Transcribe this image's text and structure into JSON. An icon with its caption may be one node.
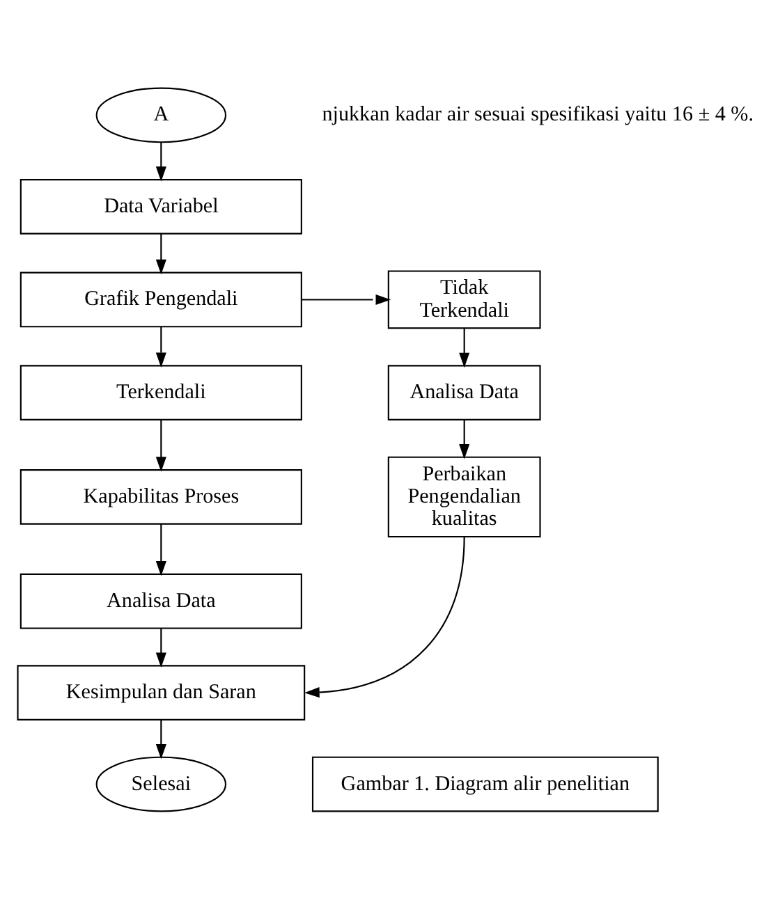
{
  "diagram": {
    "nodes": [
      {
        "text": [
          "A"
        ]
      },
      {
        "text": [
          "Data Variabel"
        ]
      },
      {
        "text": [
          "Grafik Pengendali"
        ]
      },
      {
        "text": [
          "Tidak Terkendali"
        ]
      },
      {
        "text": [
          "Terkendali"
        ]
      },
      {
        "text": [
          "Analisa Data"
        ]
      },
      {
        "text": [
          "Kapabilitas Proses"
        ]
      },
      {
        "text": [
          "Perbaikan Pengendalian kualitas"
        ]
      },
      {
        "text": [
          "Analisa Data"
        ]
      },
      {
        "text": [
          "Kesimpulan dan Saran"
        ]
      },
      {
        "text": [
          "Gambar 1. Diagram alir penelitian"
        ]
      },
      {
        "text": [
          "Selesai"
        ]
      }
    ],
    "edges": [
      {
        "from": 0,
        "to": 1,
        "arrow": "to"
      },
      {
        "from": 1,
        "to": 2,
        "arrow": "to"
      },
      {
        "from": 2,
        "to": 3,
        "arrow": "to"
      },
      {
        "from": 2,
        "to": 4,
        "arrow": "to"
      },
      {
        "from": 3,
        "to": 5,
        "arrow": "to"
      },
      {
        "from": 4,
        "to": 6,
        "arrow": "to"
      },
      {
        "from": 5,
        "to": 7,
        "arrow": "to"
      },
      {
        "from": 6,
        "to": 8,
        "arrow": "to"
      },
      {
        "from": 7,
        "to": 9,
        "arrow": "to"
      },
      {
        "from": 8,
        "to": 9,
        "arrow": "to"
      },
      {
        "from": 9,
        "to": 11,
        "arrow": "to"
      }
    ],
    "labels": [
      "njukkan kadar air sesuai spesifikasi yaitu 16 ± 4 %."
    ]
  }
}
